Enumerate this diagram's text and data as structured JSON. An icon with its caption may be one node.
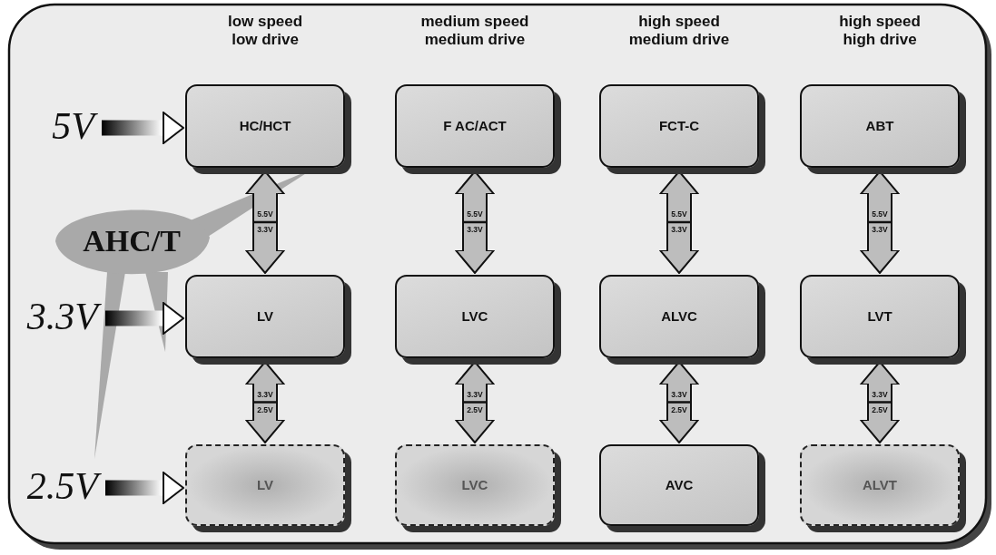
{
  "diagram": {
    "nodes": [
      {
        "text": [
          "5V"
        ]
      },
      {
        "text": [
          "HC/HCT"
        ]
      },
      {
        "text": [
          "F AC/ACT"
        ]
      },
      {
        "text": [
          "FCT-C"
        ]
      },
      {
        "text": [
          "ABT"
        ]
      },
      {
        "text": [
          "AHC/T"
        ]
      },
      {
        "text": [
          "3.3V"
        ]
      },
      {
        "text": [
          "LV"
        ]
      },
      {
        "text": [
          "LVC"
        ]
      },
      {
        "text": [
          "ALVC"
        ]
      },
      {
        "text": [
          "LVT"
        ]
      },
      {
        "text": [
          "2.5V"
        ]
      },
      {
        "text": [
          "LV"
        ]
      },
      {
        "text": [
          "LVC"
        ]
      },
      {
        "text": [
          "AVC"
        ]
      },
      {
        "text": [
          "ALVT"
        ]
      }
    ],
    "edges": [
      {
        "from": 0,
        "to": 1,
        "arrow": "to"
      },
      {
        "from": 6,
        "to": 7,
        "arrow": "to"
      },
      {
        "from": 11,
        "to": 12,
        "arrow": "to"
      },
      {
        "from": 1,
        "to": 7,
        "arrow": "both"
      },
      {
        "from": 2,
        "to": 8,
        "arrow": "both"
      },
      {
        "from": 3,
        "to": 9,
        "arrow": "both"
      },
      {
        "from": 4,
        "to": 10,
        "arrow": "both"
      },
      {
        "from": 7,
        "to": 12,
        "arrow": "both"
      },
      {
        "from": 8,
        "to": 13,
        "arrow": "both"
      },
      {
        "from": 9,
        "to": 14,
        "arrow": "both"
      },
      {
        "from": 10,
        "to": 15,
        "arrow": "both"
      }
    ],
    "labels": [
      "low speed low drive",
      "medium speed medium drive",
      "high speed medium drive",
      "high speed high drive",
      "5.5V",
      "3.3V",
      "5.5V",
      "3.3V",
      "5.5V",
      "3.3V",
      "5.5V",
      "3.3V",
      "3.3V",
      "2.5V",
      "3.3V",
      "2.5V",
      "3.3V",
      "2.5V",
      "3.3V",
      "2.5V"
    ]
  }
}
